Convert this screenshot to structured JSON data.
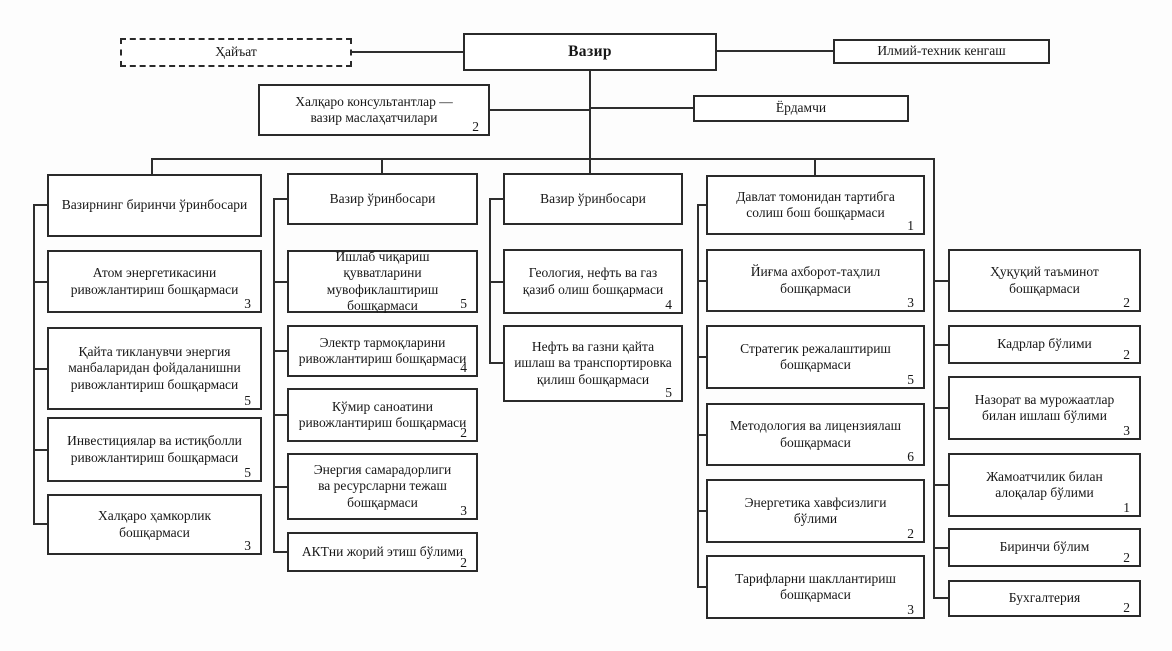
{
  "top": {
    "board": {
      "label": "Ҳайъат"
    },
    "minister": {
      "label": "Вазир"
    },
    "council": {
      "label": "Илмий-техник кенгаш"
    },
    "consultants": {
      "label": "Халқаро консультантлар —\nвазир маслаҳатчилари",
      "count": "2"
    },
    "assistant": {
      "label": "Ёрдамчи"
    }
  },
  "columns": [
    {
      "header": {
        "label": "Вазирнинг биринчи ўринбосари"
      },
      "children": [
        {
          "label": "Атом энергетикасини\nривожлантириш бошқармаси",
          "count": "3"
        },
        {
          "label": "Қайта тикланувчи энергия\nманбаларидан фойдаланишни\nривожлантириш бошқармаси",
          "count": "5"
        },
        {
          "label": "Инвестициялар ва истиқболли\nривожлантириш бошқармаси",
          "count": "5"
        },
        {
          "label": "Халқаро ҳамкорлик\nбошқармаси",
          "count": "3"
        }
      ]
    },
    {
      "header": {
        "label": "Вазир ўринбосари"
      },
      "children": [
        {
          "label": "Ишлаб чиқариш қувватларини\nмувофиклаштириш\nбошқармаси",
          "count": "5"
        },
        {
          "label": "Электр тармоқларини\nривожлантириш бошқармаси",
          "count": "4"
        },
        {
          "label": "Кўмир саноатини\nривожлантириш бошқармаси",
          "count": "2"
        },
        {
          "label": "Энергия самарадорлиги\nва ресурсларни тежаш\nбошқармаси",
          "count": "3"
        },
        {
          "label": "АКТни жорий этиш бўлими",
          "count": "2"
        }
      ]
    },
    {
      "header": {
        "label": "Вазир ўринбосари"
      },
      "children": [
        {
          "label": "Геология, нефть ва газ\nқазиб олиш бошқармаси",
          "count": "4"
        },
        {
          "label": "Нефть ва газни қайта\nишлаш ва транспортировка\nқилиш бошқармаси",
          "count": "5"
        }
      ]
    },
    {
      "header": {
        "label": "Давлат томонидан тартибга\nсолиш бош бошқармаси",
        "count": "1"
      },
      "children": [
        {
          "label": "Йиғма ахборот-таҳлил\nбошқармаси",
          "count": "3"
        },
        {
          "label": "Стратегик режалаштириш\nбошқармаси",
          "count": "5"
        },
        {
          "label": "Методология ва лицензиялаш\nбошқармаси",
          "count": "6"
        },
        {
          "label": "Энергетика хавфсизлиги\nбўлими",
          "count": "2"
        },
        {
          "label": "Тарифларни шакллантириш\nбошқармаси",
          "count": "3"
        }
      ]
    },
    {
      "children": [
        {
          "label": "Ҳуқуқий таъминот\nбошқармаси",
          "count": "2"
        },
        {
          "label": "Кадрлар бўлими",
          "count": "2"
        },
        {
          "label": "Назорат ва мурожаатлар\nбилан ишлаш бўлими",
          "count": "3"
        },
        {
          "label": "Жамоатчилик билан\nалоқалар бўлими",
          "count": "1"
        },
        {
          "label": "Биринчи бўлим",
          "count": "2"
        },
        {
          "label": "Бухгалтерия",
          "count": "2"
        }
      ]
    }
  ]
}
